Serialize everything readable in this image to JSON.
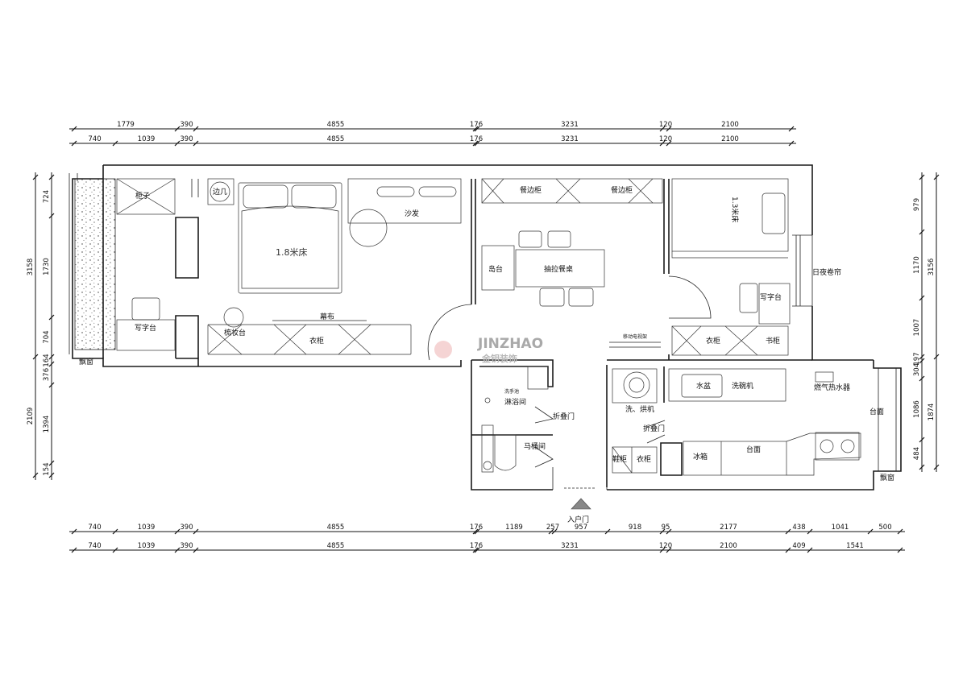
{
  "dims": {
    "top1": [
      "1779",
      "390",
      "4855",
      "176",
      "3231",
      "120",
      "2100"
    ],
    "top2": [
      "740",
      "1039",
      "390",
      "4855",
      "176",
      "3231",
      "120",
      "2100"
    ],
    "bot1": [
      "740",
      "1039",
      "390",
      "4855",
      "176",
      "1189",
      "257",
      "957",
      "918",
      "95",
      "2177",
      "438",
      "1041",
      "500"
    ],
    "bot2": [
      "740",
      "1039",
      "390",
      "4855",
      "176",
      "3231",
      "120",
      "2100",
      "409",
      "1541"
    ],
    "left1": [
      "3158",
      "2109"
    ],
    "left2": [
      "724",
      "1730",
      "704",
      "164",
      "376",
      "1394",
      "154"
    ],
    "right1": [
      "3156",
      "1874"
    ],
    "right2": [
      "979",
      "1170",
      "1007",
      "197",
      "304",
      "1086",
      "484"
    ]
  },
  "labels": {
    "bay_window_left": "飘窗",
    "cabinet": "柜子",
    "desk_left": "写字台",
    "side_table": "边几",
    "bed_main": "1.8米床",
    "sofa": "沙发",
    "projection_screen": "幕布",
    "bench": "梳妆台",
    "wardrobe_main": "衣柜",
    "sideboard_1": "餐边柜",
    "sideboard_2": "餐边柜",
    "island": "岛台",
    "dining_table": "抽拉餐桌",
    "bed_second": "1.3米床",
    "blind": "日夜卷帘",
    "desk_right": "写字台",
    "wardrobe_second": "衣柜",
    "bookcase": "书柜",
    "movable_partition": "移动电视架",
    "washbasin": "洗手池",
    "shower_room": "淋浴间",
    "folding_door_1": "折叠门",
    "toilet_room": "马桶间",
    "washer_dryer": "洗、烘机",
    "folding_door_2": "折叠门",
    "sink": "水盆",
    "dishwasher": "洗碗机",
    "gas_heater": "燃气热水器",
    "counter_right": "台面",
    "shoe_cabinet": "鞋柜",
    "wardrobe_entry": "衣柜",
    "fridge": "冰箱",
    "counter": "台面",
    "bay_window_right": "飘窗",
    "entrance": "入户门"
  },
  "watermark": {
    "brand": "JINZHAO",
    "brand_cn": "金钥装饰"
  }
}
